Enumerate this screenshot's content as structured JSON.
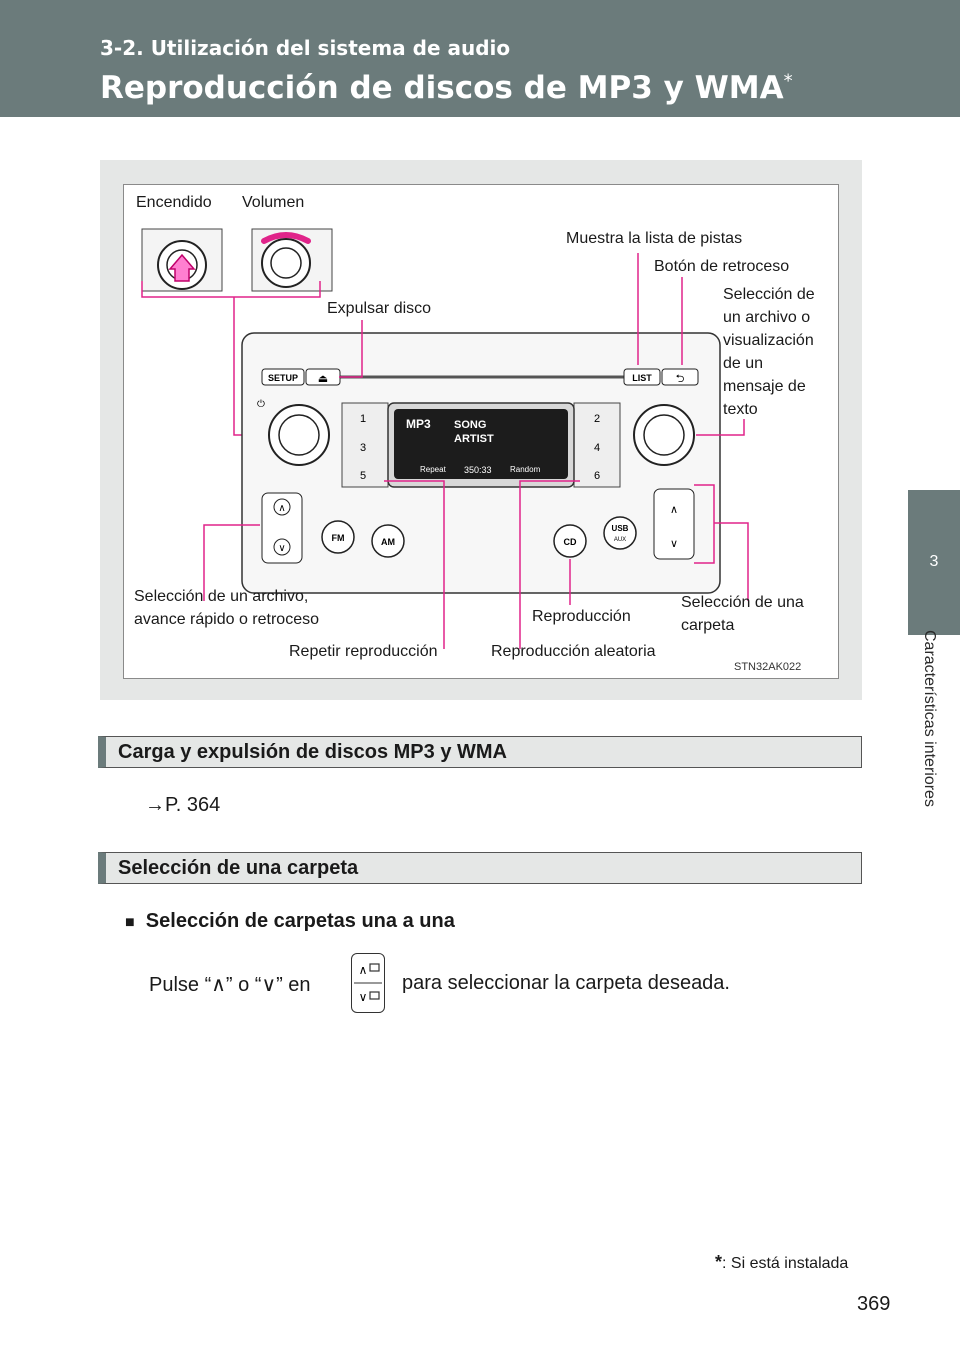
{
  "header": {
    "section": "3-2. Utilización del sistema de audio",
    "title": "Reproducción de discos de MP3 y WMA",
    "title_mark": "*"
  },
  "side_tab": {
    "number": "3",
    "label": "Características interiores"
  },
  "diagram": {
    "labels": {
      "encendido": "Encendido",
      "volumen": "Volumen",
      "muestra_lista": "Muestra la lista de pistas",
      "boton_retroceso": "Botón de retroceso",
      "expulsar": "Expulsar disco",
      "seleccion_archivo_1": "Selección de",
      "seleccion_archivo_2": "un archivo o",
      "seleccion_archivo_3": "visualización",
      "seleccion_archivo_4": "de un",
      "seleccion_archivo_5": "mensaje de",
      "seleccion_archivo_6": "texto",
      "avance_1": "Selección de un archivo,",
      "avance_2": "avance rápido o retroceso",
      "reproduccion": "Reproducción",
      "carpeta_1": "Selección de una",
      "carpeta_2": "carpeta",
      "repetir": "Repetir reproducción",
      "aleatoria": "Reproducción aleatoria"
    },
    "code": "STN32AK022",
    "unit": {
      "setup": "SETUP",
      "eject": "⏏",
      "list": "LIST",
      "back": "⮌",
      "presets": [
        "1",
        "2",
        "3",
        "4",
        "5",
        "6"
      ],
      "fm": "FM",
      "am": "AM",
      "cd": "CD",
      "usb": "USB",
      "aux": "AUX",
      "display_mp3": "MP3",
      "display_song": "SONG",
      "display_artist": "ARTIST",
      "display_repeat": "Repeat",
      "display_time": "350:33",
      "display_random": "Random",
      "up": "∧",
      "down": "∨",
      "power_sym": "⏻"
    }
  },
  "sections": [
    {
      "heading": "Carga y expulsión de discos MP3 y WMA",
      "text": "→P. 364"
    },
    {
      "heading": "Selección de una carpeta"
    }
  ],
  "subheading": "Selección de carpetas una a una",
  "instruction": {
    "before": "Pulse “∧” o “∨” en",
    "after": "para seleccionar la carpeta deseada."
  },
  "footnote": {
    "mark": "*",
    "text": ": Si está instalada"
  },
  "page_number": "369",
  "colors": {
    "header": "#6b7b7b",
    "callout": "#e0248a",
    "panel": "#e5e7e6"
  }
}
